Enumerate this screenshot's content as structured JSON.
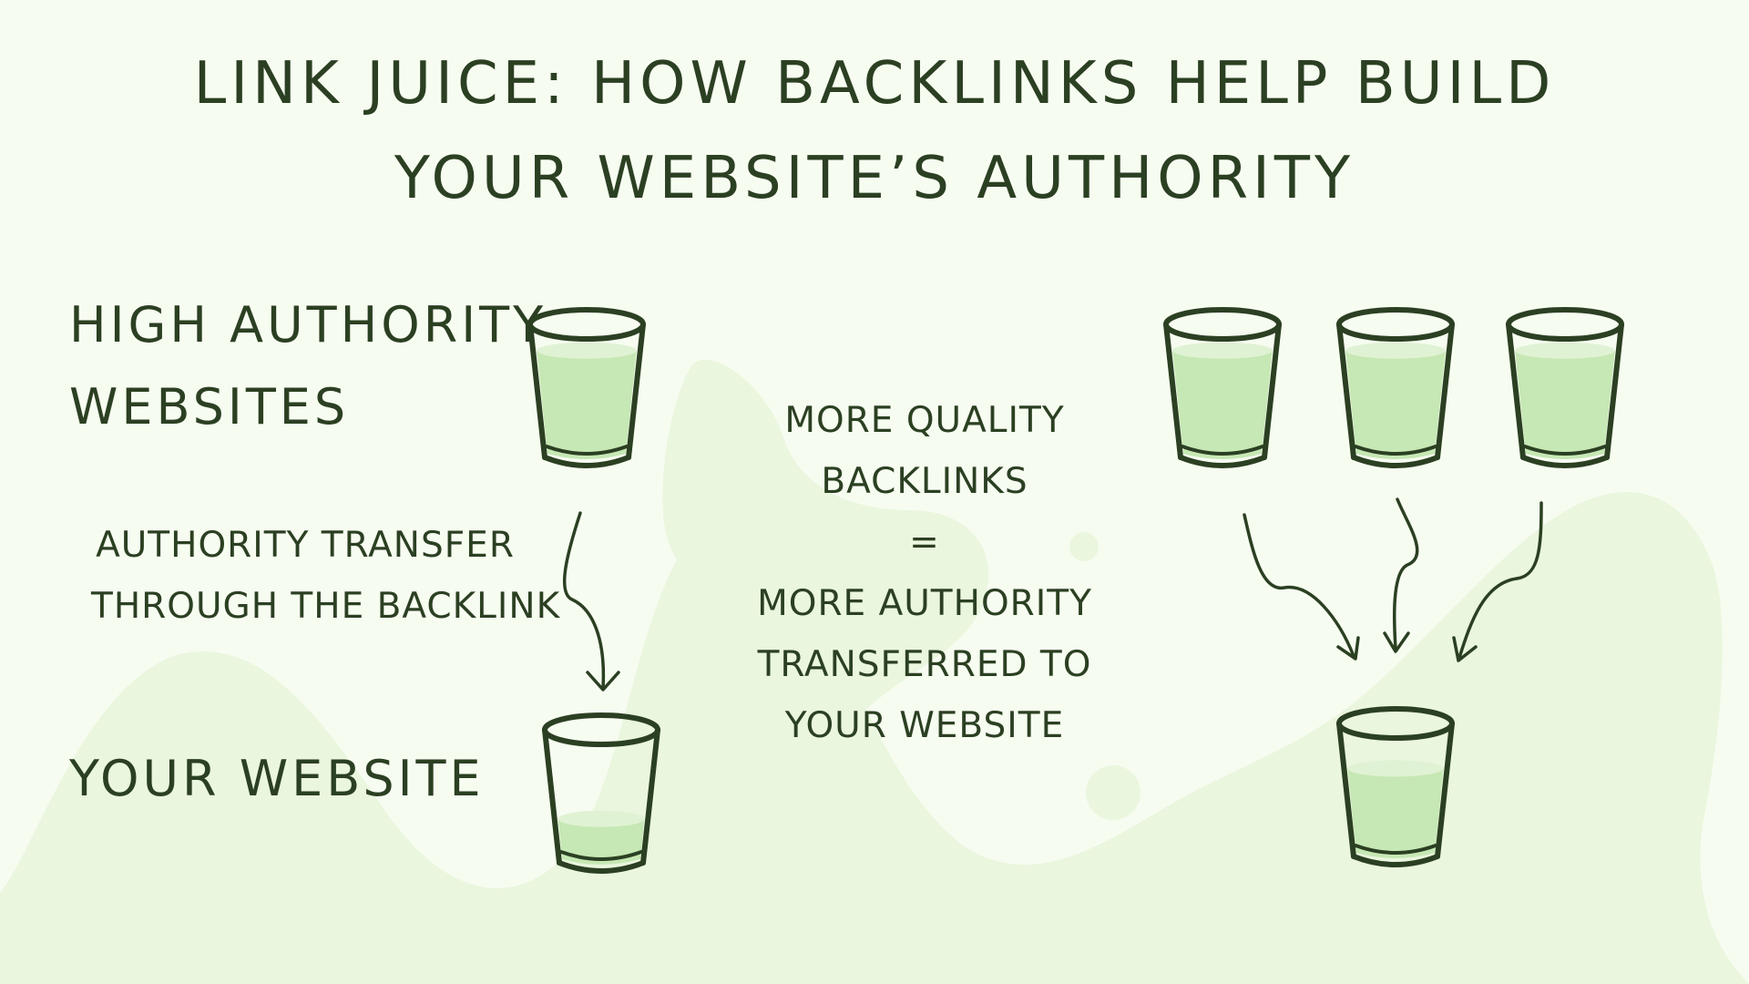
{
  "title": {
    "line1": "Link Juice: How Backlinks Help Build",
    "line2": "Your Website’s Authority"
  },
  "left_panel": {
    "high_authority_label": [
      "High Authority",
      "Websites"
    ],
    "transfer_caption": [
      "Authority Transfer",
      "Through The Backlink"
    ],
    "your_website_label": "Your Website",
    "source_glass_fill": 0.85,
    "target_glass_fill": 0.35
  },
  "middle_panel": {
    "equation": [
      "More Quality",
      "Backlinks",
      "=",
      "More Authority",
      "Transferred To",
      "Your Website"
    ]
  },
  "right_panel": {
    "source_glass_fills": [
      0.85,
      0.85,
      0.85
    ],
    "target_glass_fill": 0.7
  },
  "colors": {
    "background": "#f7fcf1",
    "blob": "#eaf6de",
    "ink": "#2b4022",
    "juice": "#c6e8b4",
    "juice_highlight": "#e0f2d4"
  }
}
